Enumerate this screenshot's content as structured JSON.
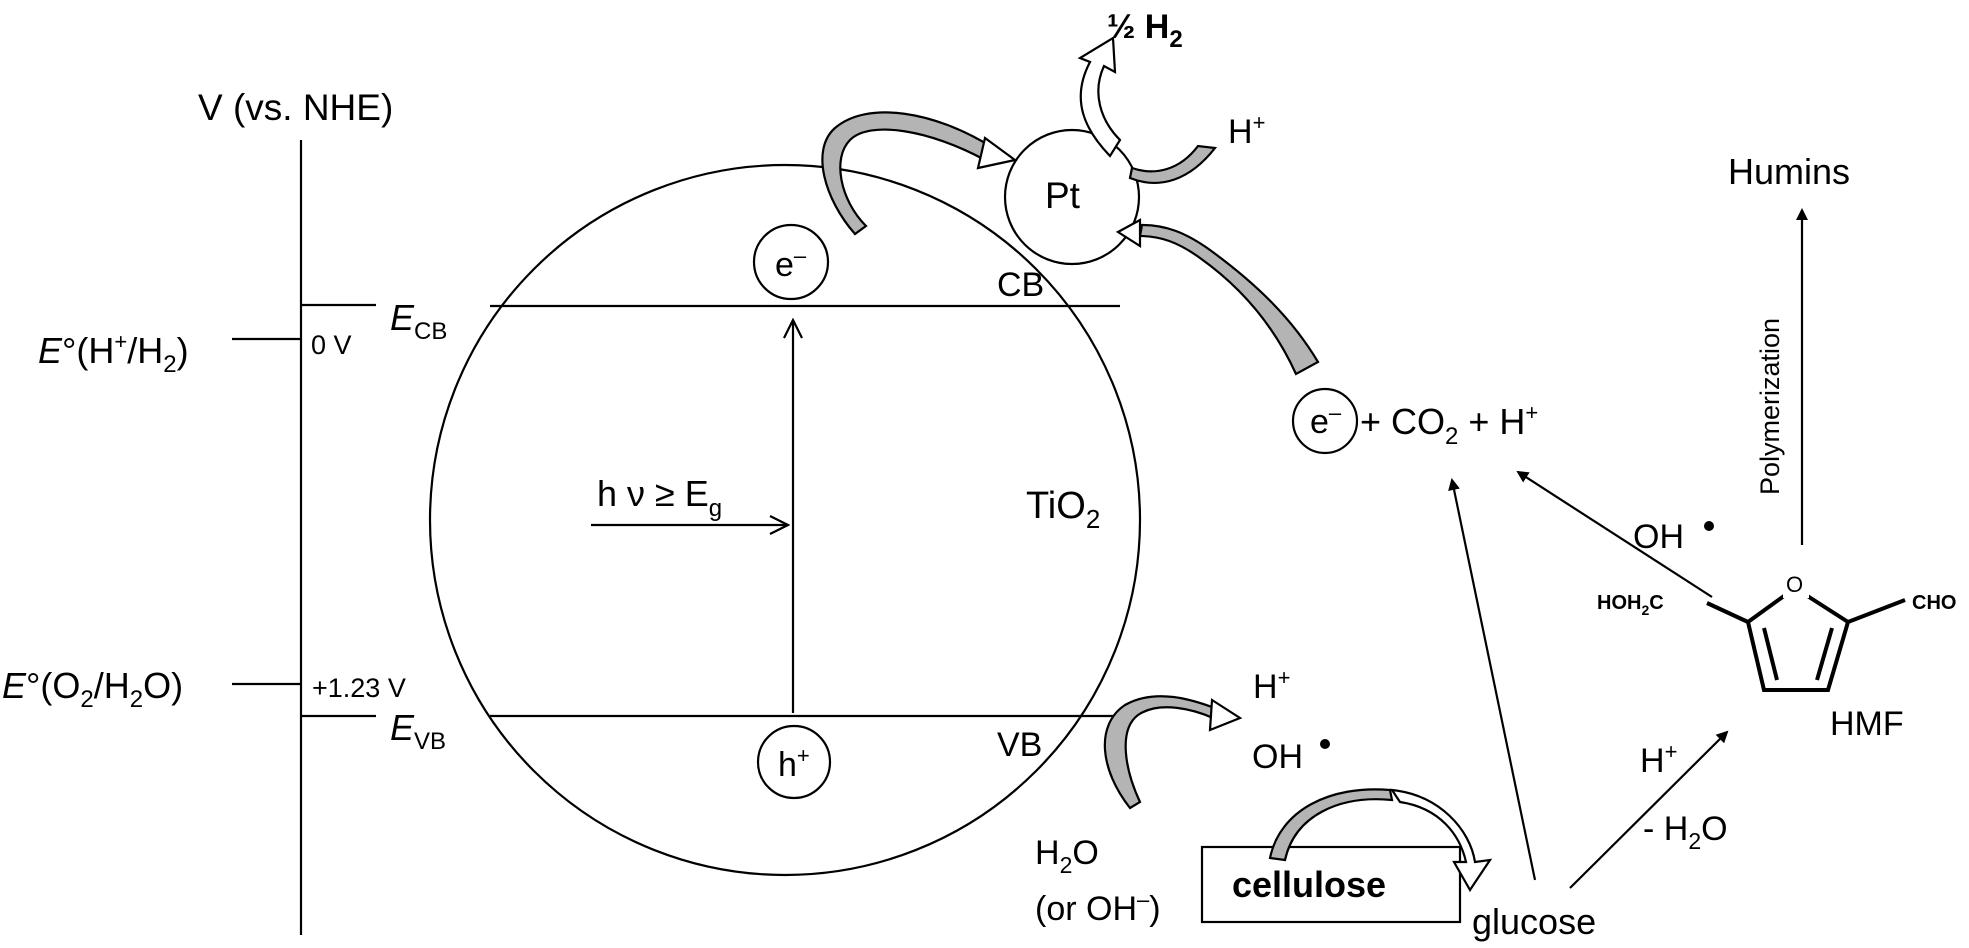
{
  "axis": {
    "title": "V (vs. NHE)",
    "h2_ref": {
      "E": "E",
      "main": "°(H",
      "sup": "+",
      "rest": "/H",
      "sub": "2",
      "close": ")"
    },
    "o2_ref": {
      "E": "E",
      "main": "°(O",
      "sub1": "2",
      "mid": "/H",
      "sub2": "2",
      "close": "O)"
    },
    "zero_v": "0 V",
    "plus_v": "+1.23 V",
    "ecb": {
      "E": "E",
      "sub": "CB"
    },
    "evb": {
      "E": "E",
      "sub": "VB"
    }
  },
  "particle": {
    "cb": "CB",
    "vb": "VB",
    "tio2_main": "TiO",
    "tio2_sub": "2",
    "electron_main": "e",
    "electron_sup": "–",
    "hole_main": "h",
    "hole_sup": "+",
    "light_main": "h ν ≥ E",
    "light_sub": "g",
    "pt": "Pt"
  },
  "products": {
    "h2": "½ H",
    "h2_sub": "2",
    "hplus_main": "H",
    "hplus_sup": "+",
    "co2_e_main": "e",
    "co2_e_sup": "–",
    "co2_text1": " + CO",
    "co2_sub": "2",
    "co2_text2": " + H",
    "co2_sup": "+",
    "vb_hplus_main": "H",
    "vb_hplus_sup": "+",
    "vb_oh": "OH",
    "water_main": "H",
    "water_sub": "2",
    "water_rest": "O",
    "or_oh": "(or OH",
    "or_oh_sup": "–",
    "or_oh_close": ")",
    "cellulose": "cellulose",
    "glucose": "glucose",
    "ohdot": "OH",
    "hplus_right_main": "H",
    "hplus_right_sup": "+",
    "minus_h2o": "- H",
    "minus_h2o_sub": "2",
    "minus_h2o_rest": "O",
    "humins": "Humins",
    "polymerization": "Polymerization",
    "hmf": "HMF",
    "hoh2c_main": "HOH",
    "hoh2c_sub": "2",
    "hoh2c_rest": "C",
    "cho": "CHO",
    "ring_o": "O"
  }
}
